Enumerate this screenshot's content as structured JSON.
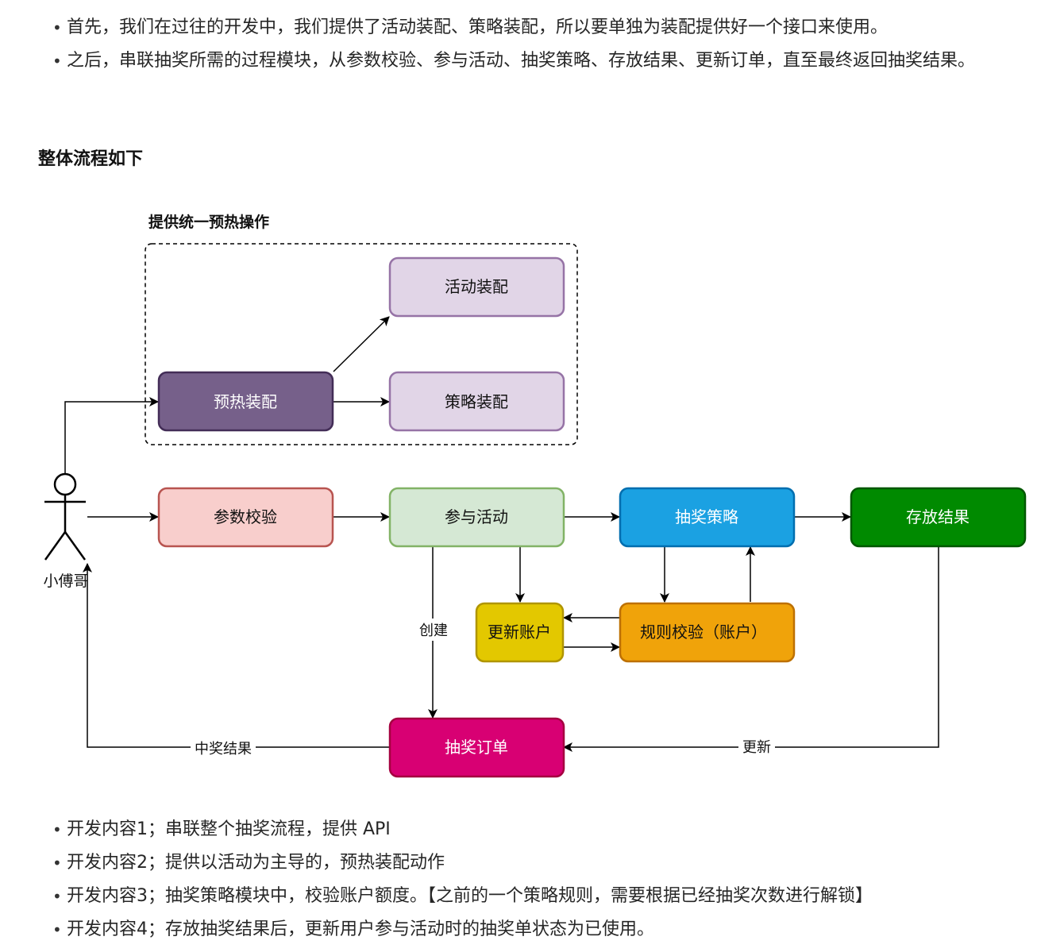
{
  "intro": {
    "items": [
      "首先，我们在过往的开发中，我们提供了活动装配、策略装配，所以要单独为装配提供好一个接口来使用。",
      "之后，串联抽奖所需的过程模块，从参数校验、参与活动、抽奖策略、存放结果、更新订单，直至最终返回抽奖结果。"
    ]
  },
  "heading": "整体流程如下",
  "diagram": {
    "group_label": "提供统一预热操作",
    "actor_label": "小傅哥",
    "nodes": {
      "warmup": "预热装配",
      "activity_armory": "活动装配",
      "strategy_armory": "策略装配",
      "param_check": "参数校验",
      "join_activity": "参与活动",
      "raffle_strategy": "抽奖策略",
      "store_result": "存放结果",
      "update_account": "更新账户",
      "rule_check": "规则校验（账户）",
      "raffle_order": "抽奖订单"
    },
    "edge_labels": {
      "create": "创建",
      "win_result": "中奖结果",
      "update": "更新"
    },
    "colors": {
      "warmup_fill": "#76608a",
      "warmup_stroke": "#432d57",
      "armory_fill": "#e1d5e7",
      "armory_stroke": "#9673a6",
      "param_fill": "#f8cecc",
      "param_stroke": "#b85450",
      "join_fill": "#d5e8d4",
      "join_stroke": "#82b366",
      "strategy_fill": "#1ba1e2",
      "strategy_stroke": "#006eaf",
      "store_fill": "#008a00",
      "store_stroke": "#005700",
      "account_fill": "#e3c800",
      "account_stroke": "#b09500",
      "rule_fill": "#f0a30a",
      "rule_stroke": "#bd7000",
      "order_fill": "#d80073",
      "order_stroke": "#a50040"
    }
  },
  "bottom": {
    "items": [
      "开发内容1；串联整个抽奖流程，提供 API",
      "开发内容2；提供以活动为主导的，预热装配动作",
      "开发内容3；抽奖策略模块中，校验账户额度。【之前的一个策略规则，需要根据已经抽奖次数进行解锁】",
      "开发内容4；存放抽奖结果后，更新用户参与活动时的抽奖单状态为已使用。"
    ]
  }
}
